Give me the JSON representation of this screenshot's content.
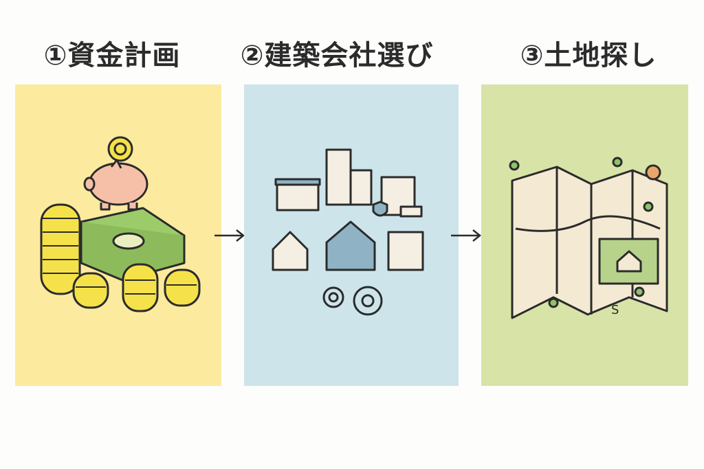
{
  "steps": [
    {
      "title": "①資金計画",
      "color": "#fcea9f",
      "icon": "piggy-bank-coins-money-icon"
    },
    {
      "title": "②建築会社選び",
      "color": "#cde4ea",
      "icon": "buildings-gears-icon"
    },
    {
      "title": "③土地探し",
      "color": "#d8e3a7",
      "icon": "folded-map-house-icon"
    }
  ],
  "map_label": "S",
  "arrow_icon": "arrow-right-icon"
}
